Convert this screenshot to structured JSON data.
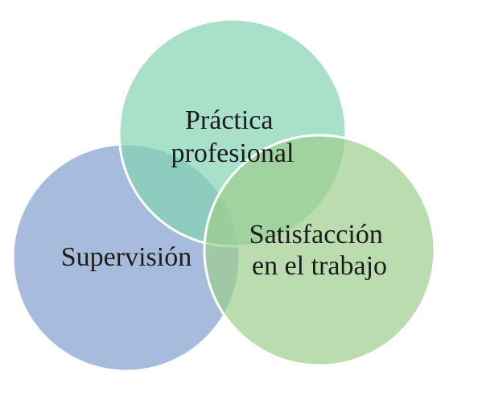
{
  "diagram": {
    "type": "venn",
    "sets": [
      {
        "id": "practica",
        "label_lines": [
          "Práctica",
          "profesional"
        ],
        "color": "#84d3b3"
      },
      {
        "id": "supervision",
        "label_lines": [
          "Supervisión"
        ],
        "color": "#819fcf"
      },
      {
        "id": "satisfaccion",
        "label_lines": [
          "Satisfacción",
          "en el trabajo"
        ],
        "color": "#9dcd8b"
      }
    ],
    "fill_opacity": 0.7,
    "outline_color": "#ffffff"
  }
}
